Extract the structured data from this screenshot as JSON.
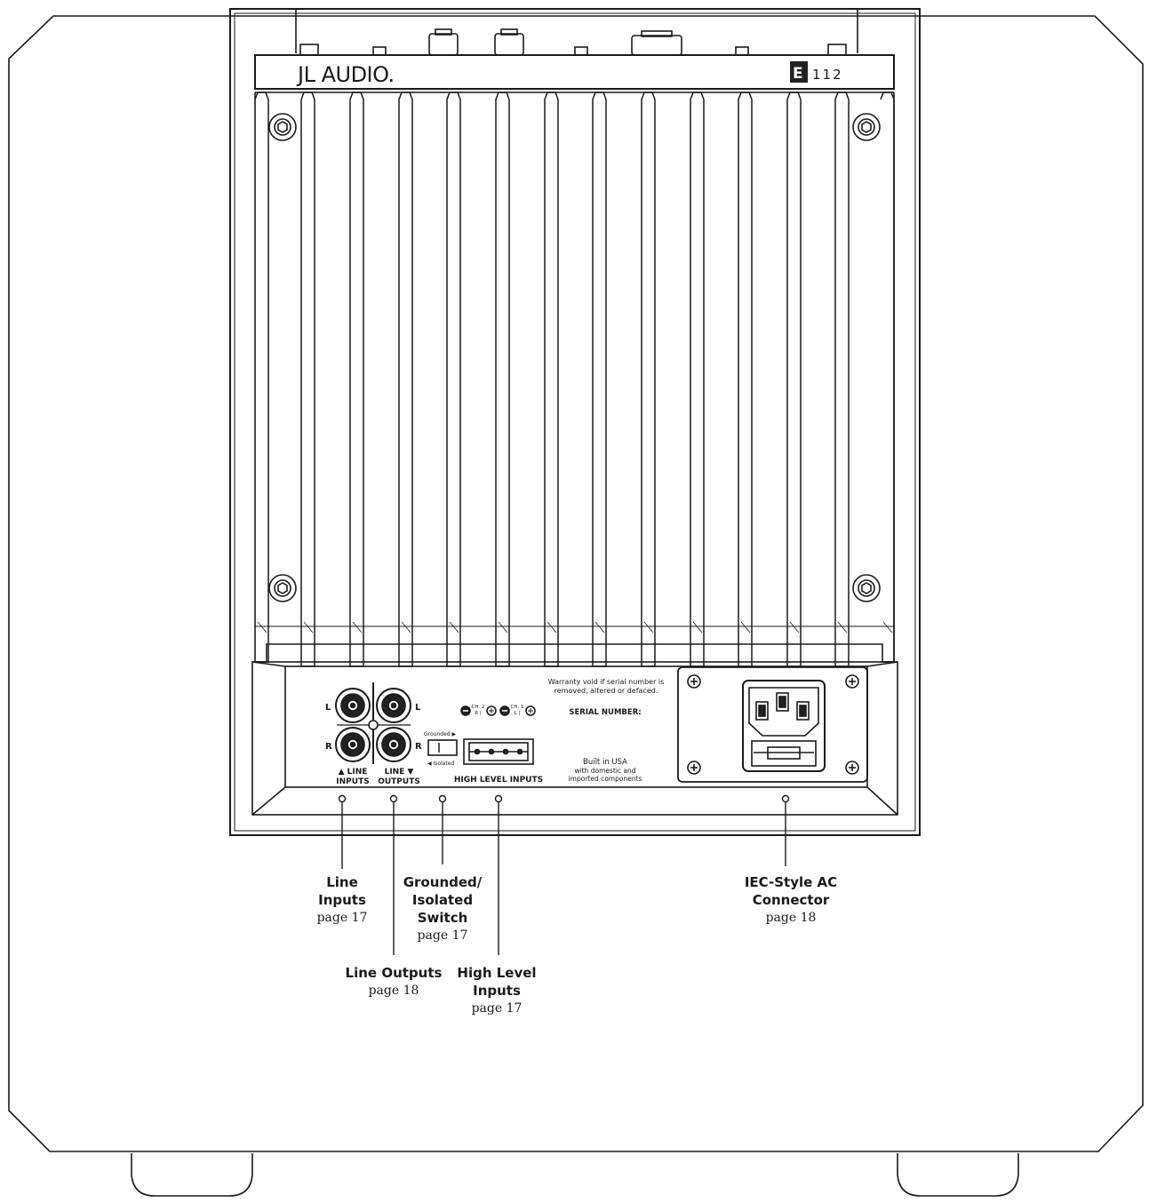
{
  "brand": {
    "logo_text": "JL AUDIO.",
    "model_badge": "E",
    "model_number": "112"
  },
  "panel": {
    "warranty_text": "Warranty void if serial number is\nremoved, altered or defaced.",
    "serial_label": "SERIAL NUMBER:",
    "origin_title": "Built in USA",
    "origin_text": "with domestic and\nimported components",
    "high_level_label": "HIGH LEVEL INPUTS",
    "line_inputs_label": "▲ LINE\nINPUTS",
    "line_outputs_label": "LINE ▼\nOUTPUTS",
    "rca_left": "L",
    "rca_right": "R",
    "switch_grounded": "Grounded ▶",
    "switch_isolated": "◀ Isolated",
    "ch2_label": "CH. 2\nR |",
    "ch1_label": "CH. 1\nL |"
  },
  "callouts": [
    {
      "id": "line-inputs",
      "title": "Line\nInputs",
      "page": "page 17"
    },
    {
      "id": "line-outputs",
      "title": "Line Outputs",
      "page": "page 18"
    },
    {
      "id": "grounded-switch",
      "title": "Grounded/\nIsolated\nSwitch",
      "page": "page 17"
    },
    {
      "id": "high-level-inputs",
      "title": "High Level\nInputs",
      "page": "page 17"
    },
    {
      "id": "iec-connector",
      "title": "IEC-Style AC\nConnector",
      "page": "page 18"
    }
  ],
  "colors": {
    "line": "#1a1a1a",
    "fill": "#ffffff",
    "jack": "#222222"
  }
}
